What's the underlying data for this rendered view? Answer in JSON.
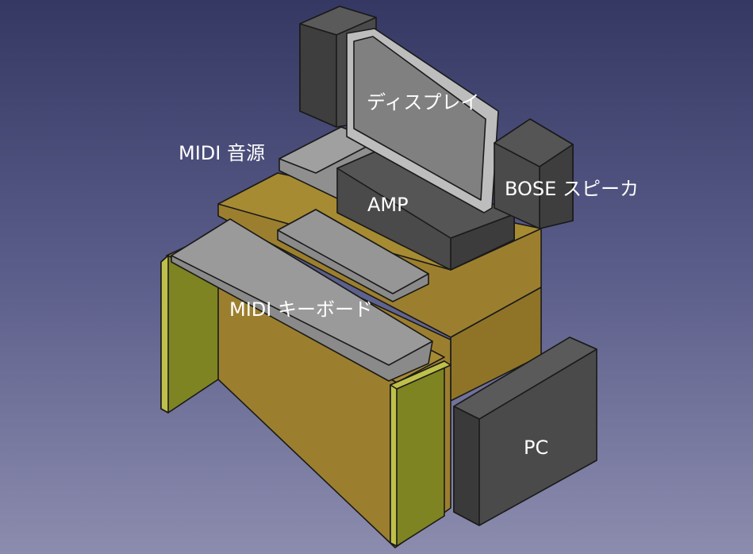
{
  "labels": {
    "display": "ディスプレイ",
    "midi_sound_module": "MIDI 音源",
    "bose_speaker": "BOSE スピーカ",
    "amp": "AMP",
    "midi_keyboard": "MIDI キーボード",
    "pc": "PC"
  },
  "colors": {
    "background_top": "#353863",
    "background_bottom": "#8c8cae",
    "desk_top": "#a78b32",
    "desk_front": "#9c7f2e",
    "desk_leg": "#7d8421",
    "desk_leg_edge": "#bfc04a",
    "dark_box": "#4a4a4a",
    "gray_box": "#8f8f8f",
    "screen": "#808080",
    "text": "#ffffff"
  }
}
